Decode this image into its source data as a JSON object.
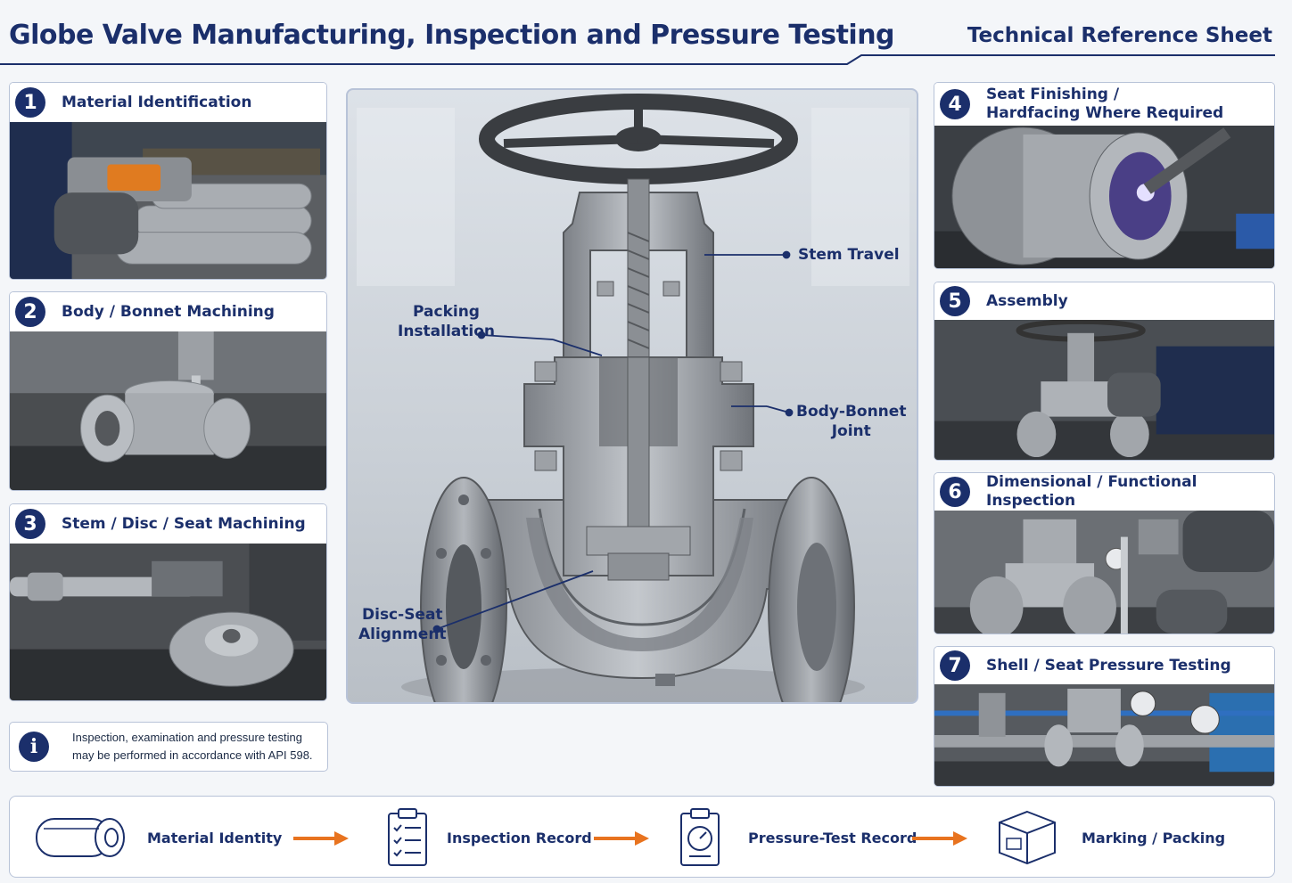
{
  "header": {
    "title": "Globe Valve Manufacturing, Inspection and Pressure Testing",
    "subtitle": "Technical Reference Sheet"
  },
  "steps": [
    {
      "number": "1",
      "label": "Material Identification"
    },
    {
      "number": "2",
      "label": "Body / Bonnet Machining"
    },
    {
      "number": "3",
      "label": "Stem / Disc / Seat Machining"
    },
    {
      "number": "4",
      "label_line1": "Seat Finishing /",
      "label_line2": "Hardfacing Where Required"
    },
    {
      "number": "5",
      "label": "Assembly"
    },
    {
      "number": "6",
      "label": "Dimensional / Functional Inspection"
    },
    {
      "number": "7",
      "label": "Shell / Seat Pressure Testing"
    }
  ],
  "callouts": {
    "stem_travel": "Stem Travel",
    "packing_line1": "Packing",
    "packing_line2": "Installation",
    "body_bonnet_line1": "Body-Bonnet",
    "body_bonnet_line2": "Joint",
    "disc_seat_line1": "Disc-Seat",
    "disc_seat_line2": "Alignment"
  },
  "info": {
    "icon": "info-icon",
    "line1": "Inspection, examination and pressure testing",
    "line2": "may be performed in accordance with API 598."
  },
  "flow": [
    {
      "label": "Material Identity",
      "icon": "bar-stock-icon"
    },
    {
      "label": "Inspection Record",
      "icon": "checklist-clipboard-icon"
    },
    {
      "label": "Pressure-Test Record",
      "icon": "gauge-clipboard-icon"
    },
    {
      "label": "Marking / Packing",
      "icon": "package-box-icon"
    }
  ],
  "colors": {
    "navy": "#1b2f6b",
    "arrow": "#e8731f",
    "border": "#b8c3d8"
  }
}
